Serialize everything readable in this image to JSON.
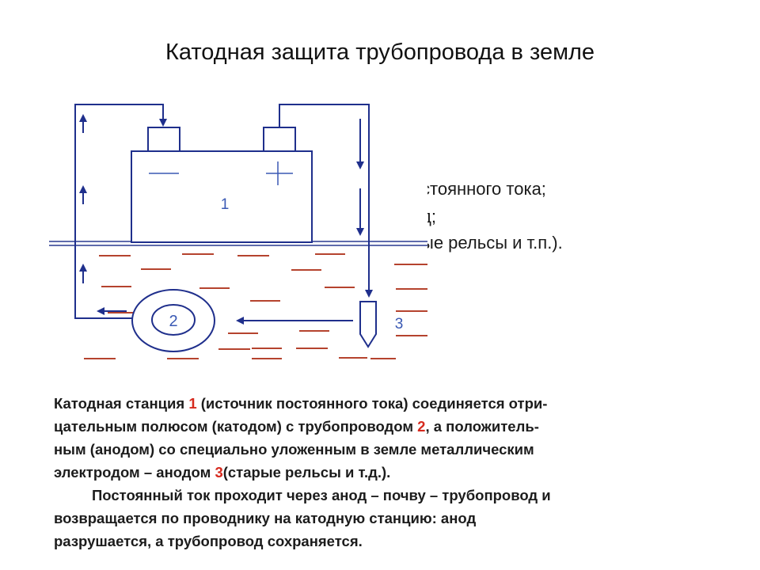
{
  "slide": {
    "title": "Катодная защита трубопровода в земле",
    "background_lines": [
      "стоянного тока;",
      "д;",
      "ые рельсы и т.п.)."
    ]
  },
  "diagram": {
    "station_number": "1",
    "pipe_number": "2",
    "anode_number": "3",
    "minus_sign": "—",
    "plus_sign": "+",
    "colors": {
      "wire": "#1f2f8c",
      "label": "#3a59b4",
      "soil_dash": "#b5432e",
      "ground_line": "#2a3a90"
    }
  },
  "description": {
    "p1_a": "Катодная станция ",
    "p1_n1": "1",
    "p1_b": " (источник постоянного тока) соединяется отри-",
    "p1_c": "цательным полюсом (катодом) с трубопроводом ",
    "p1_n2": "2",
    "p1_d": ", а положитель-",
    "p1_e": "ным (анодом) со специально уложенным в земле металлическим",
    "p1_f": "электродом – анодом ",
    "p1_n3": "3",
    "p1_g": "(старые рельсы и т.д.).",
    "p2_a": "Постоянный ток проходит через анод – почву – трубопровод и",
    "p2_b": "возвращается по проводнику на катодную станцию: анод",
    "p2_c": "разрушается, а трубопровод сохраняется."
  }
}
